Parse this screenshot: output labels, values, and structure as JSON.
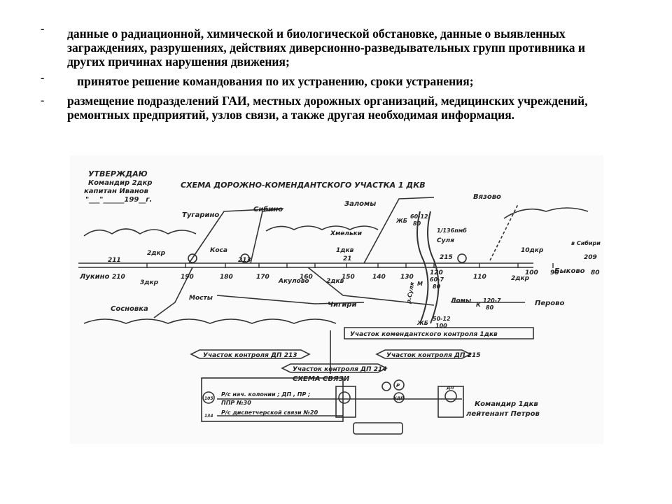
{
  "bullets": [
    {
      "marker": "-",
      "text": "данные о радиационной, химической и биологической обстановке, данные о выявленных заграждениях, разрушениях, действиях диверсионно-разведывательных групп противника и других причинах нарушения движения;"
    },
    {
      "marker": "-",
      "text": "принятое решение командования по их устранению, сроки устранения;"
    },
    {
      "marker": "-",
      "text": "размещение подразделений ГАИ, местных дорожных организаций, медицинских учреждений, ремонтных предприятий, узлов связи, а также другая необходимая информация."
    }
  ],
  "diagram": {
    "title": "СХЕМА ДОРОЖНО-КОМЕНДАНТСКОГО УЧАСТКА 1 ДКВ",
    "approve": {
      "line1": "УТВЕРЖДАЮ",
      "line2": "Командир 2дкр",
      "line3": "капитан Иванов",
      "line4": "\"___\"______199__г."
    },
    "towns": {
      "tugarino": "Тугарино",
      "sibino": "Сибино",
      "zalomy": "Заломы",
      "vyazovo": "Вязово",
      "lukino": "Лукино",
      "koska": "Коса",
      "hmelki": "Хмельки",
      "sulya": "Суля",
      "sosnovka": "Сосновка",
      "mosty": "Мосты",
      "akulovo": "Акулово",
      "chigiri": "Чигири",
      "lomy": "Ломы",
      "perovo": "Перово",
      "bykovo": "Быково",
      "vsibiri": "в Сибири"
    },
    "road_km": [
      "210",
      "190",
      "180",
      "170",
      "160",
      "150",
      "140",
      "130",
      "120",
      "110",
      "100",
      "90",
      "80"
    ],
    "dp": {
      "dp211": "211",
      "dp213": "213",
      "dp215": "215",
      "dp209": "209"
    },
    "units": {
      "u2dkr": "2дкр",
      "u3dkr": "3дкр",
      "u1dkv": "1дкв",
      "u21": "21",
      "u2dkv": "2дкв",
      "u10dkr": "10дкр",
      "u2dkr_b": "2дкр",
      "u136": "1/136пмб"
    },
    "bridges": {
      "b1": "60-12",
      "b1b": "80",
      "b2": "60-7",
      "b2b": "80",
      "b3": "120-7",
      "b3b": "80",
      "b4": "50-12",
      "b4b": "100",
      "zhb": "ЖБ",
      "m": "М",
      "k": "К",
      "zhb2": "ЖБ"
    },
    "river": "р.Суля",
    "sections": {
      "kommand": "Участок комендантского контроля 1дкв",
      "dp213": "Участок контроля ДП 213",
      "dp214": "Участок контроля ДП 214",
      "dp215": "Участок контроля ДП 215"
    },
    "comm": {
      "title": "СХЕМА СВЯЗИ",
      "rs1_a": "Р/с нач. колонии ; ДП , ПР ;",
      "rs1_b": "ППР №30",
      "rs2": "Р/с диспетчерской связи №20",
      "n105": "105",
      "n134": "134",
      "p": "Р",
      "dp": "ДП",
      "kdp": "КДП"
    },
    "commander": {
      "line1": "Командир 1дкв",
      "line2": "лейтенант Петров"
    }
  }
}
